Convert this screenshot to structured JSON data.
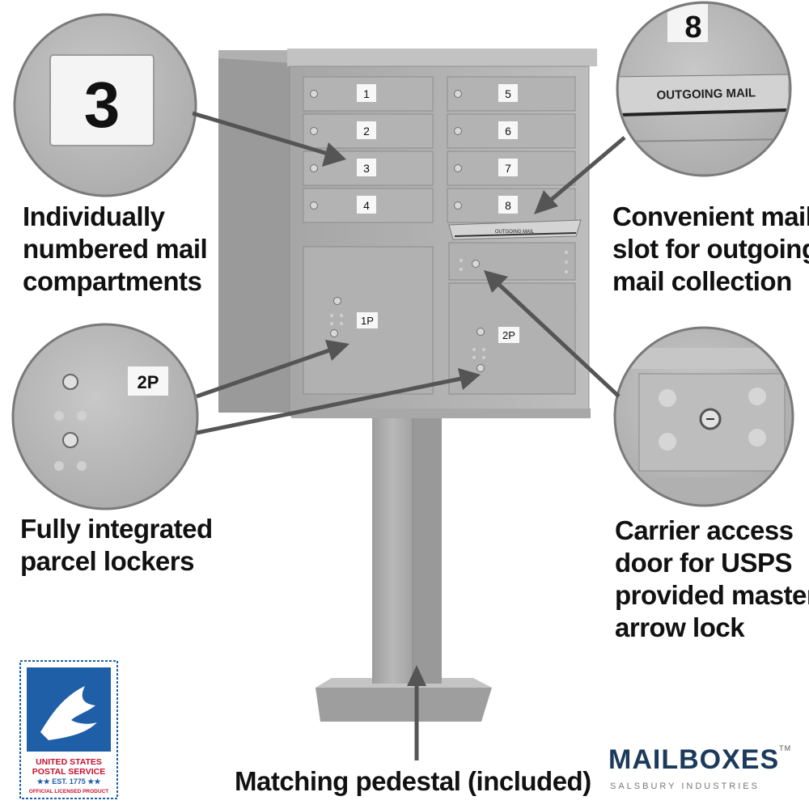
{
  "callouts": {
    "compartments": {
      "lines": [
        "Individually",
        "numbered mail",
        "compartments"
      ],
      "zoom_number": "3"
    },
    "outgoing": {
      "lines": [
        "Convenient mail",
        "slot for outgoing",
        "mail collection"
      ],
      "zoom_number": "8",
      "zoom_slot_label": "OUTGOING MAIL"
    },
    "parcel": {
      "lines": [
        "Fully integrated",
        "parcel lockers"
      ],
      "zoom_label": "2P"
    },
    "carrier": {
      "lines": [
        "Carrier access",
        "door for USPS",
        "provided master",
        "arrow lock"
      ]
    },
    "pedestal": {
      "text": "Matching pedestal (included)"
    }
  },
  "mailbox": {
    "left_doors": [
      "1",
      "2",
      "3",
      "4"
    ],
    "right_doors": [
      "5",
      "6",
      "7",
      "8"
    ],
    "slot_label": "OUTGOING MAIL",
    "parcel_left": "1P",
    "parcel_right": "2P"
  },
  "usps_badge": {
    "line1": "UNITED STATES",
    "line2": "POSTAL SERVICE",
    "line3": "★★ EST. 1775 ★★",
    "line4": "OFFICIAL LICENSED PRODUCT"
  },
  "brand": {
    "name": "MAILBOXES",
    "tm": "TM",
    "sub": "SALSBURY INDUSTRIES"
  },
  "colors": {
    "metal": "#b5b5b5",
    "text": "#111111",
    "usps_blue": "#1f5fa8",
    "usps_red": "#c8102e",
    "brand": "#1b3a5c"
  }
}
